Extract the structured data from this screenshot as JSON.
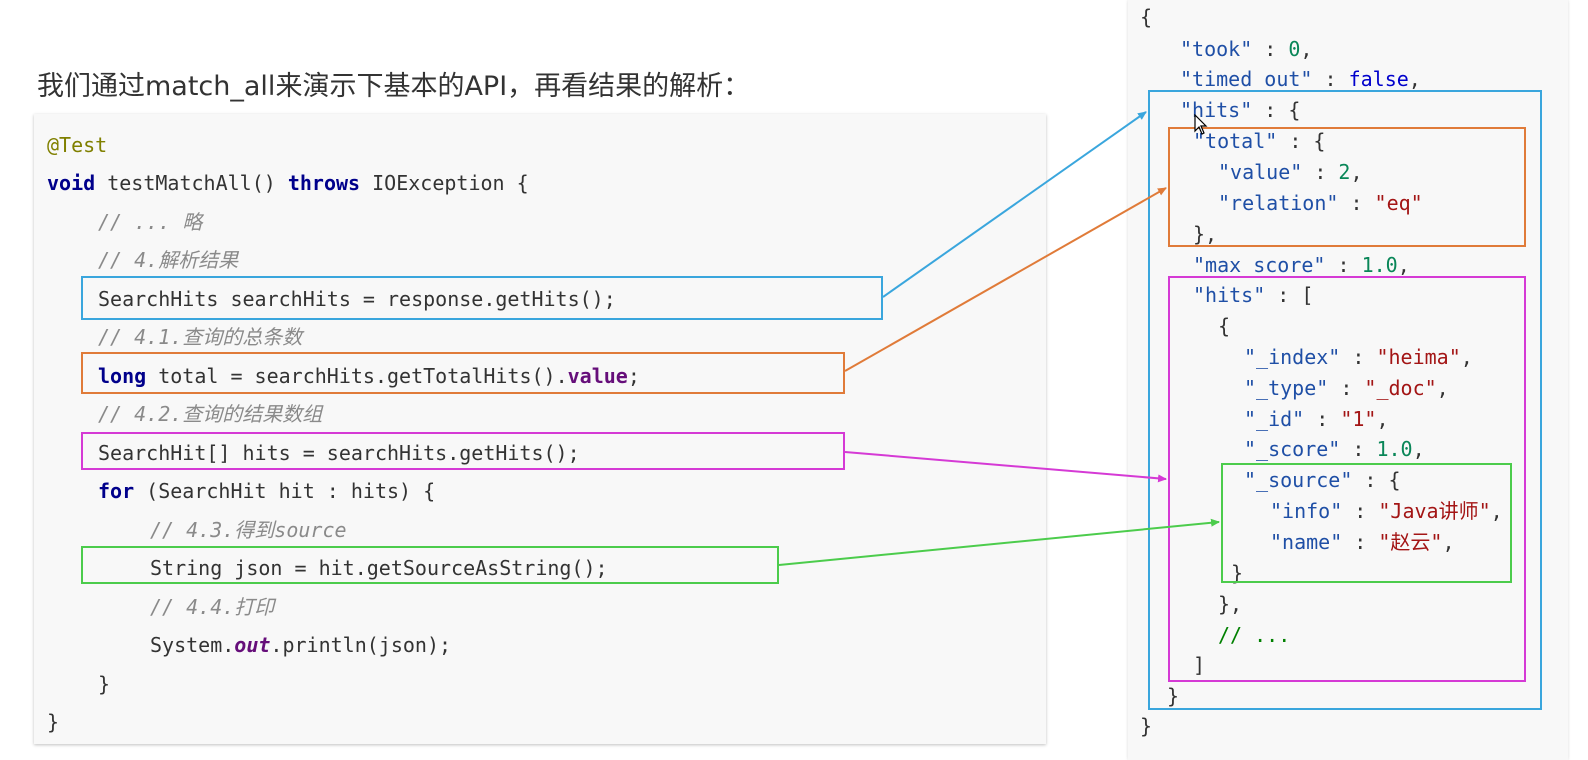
{
  "heading": "我们通过match_all来演示下基本的API，再看结果的解析：",
  "java": {
    "annotation": "@Test",
    "sig_void": "void",
    "sig_method": " testMatchAll() ",
    "sig_throws": "throws",
    "sig_rest": " IOException {",
    "c_omit": "// ... 略",
    "c_parse": "// 4.解析结果",
    "line_searchhits": "SearchHits searchHits = response.getHits();",
    "c_total": "// 4.1.查询的总条数",
    "total_long": "long",
    "total_mid": " total = searchHits.getTotalHits().",
    "total_value": "value",
    "total_end": ";",
    "c_array": "// 4.2.查询的结果数组",
    "line_hitsarray": "SearchHit[] hits = searchHits.getHits();",
    "for_kw": "for",
    "for_rest": " (SearchHit hit : hits) {",
    "c_source": "// 4.3.得到source",
    "line_json": "String json = hit.getSourceAsString();",
    "c_print": "// 4.4.打印",
    "print_pre": "System.",
    "print_out": "out",
    "print_post": ".println(json);",
    "close_for": "}",
    "close_method": "}"
  },
  "json": {
    "open": "{",
    "took_key": "\"took\"",
    "took_sep": " : ",
    "took_val": "0",
    "took_end": ",",
    "timed_out_key": "\"timed_out\"",
    "timed_out_sep": " : ",
    "timed_out_val": "false",
    "timed_out_end": ",",
    "hits_key": "\"hits\"",
    "hits_sep": " : {",
    "total_key": "\"total\"",
    "total_sep": " : {",
    "value_key": "\"value\"",
    "value_sep": " : ",
    "value_val": "2",
    "value_end": ",",
    "relation_key": "\"relation\"",
    "relation_sep": " : ",
    "relation_val": "\"eq\"",
    "total_close": "},",
    "max_score_key": "\"max_score\"",
    "max_score_sep": " : ",
    "max_score_val": "1.0",
    "max_score_end": ",",
    "hits_arr_key": "\"hits\"",
    "hits_arr_sep": " : [",
    "obj_open": "{",
    "index_key": "\"_index\"",
    "index_sep": " : ",
    "index_val": "\"heima\"",
    "index_end": ",",
    "type_key": "\"_type\"",
    "type_sep": " : ",
    "type_val": "\"_doc\"",
    "type_end": ",",
    "id_key": "\"_id\"",
    "id_sep": " : ",
    "id_val": "\"1\"",
    "id_end": ",",
    "score_key": "\"_score\"",
    "score_sep": " : ",
    "score_val": "1.0",
    "score_end": ",",
    "source_key": "\"_source\"",
    "source_sep": " : {",
    "info_key": "\"info\"",
    "info_sep": " : ",
    "info_val": "\"Java讲师\"",
    "info_end": ",",
    "name_key": "\"name\"",
    "name_sep": " : ",
    "name_val": "\"赵云\"",
    "name_end": ",",
    "source_close": "}",
    "obj_close": "},",
    "ellipsis": "// ...",
    "arr_close": "]",
    "hits_close": "}",
    "close": "}"
  },
  "colors": {
    "blue": "#3aa6dd",
    "orange": "#e07b39",
    "magenta": "#d53ad5",
    "green": "#4ccc4c"
  }
}
